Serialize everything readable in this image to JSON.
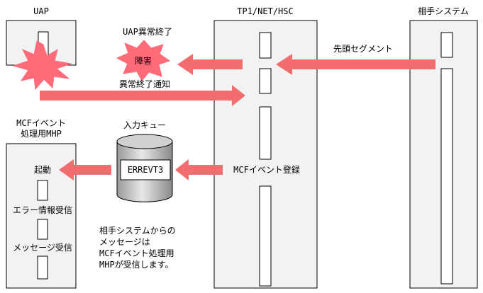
{
  "columns": {
    "uap": "UAP",
    "tp": "TP1/NET/HSC",
    "partner": "相手システム",
    "mhp_line1": "MCFイベント",
    "mhp_line2": "処理用MHP"
  },
  "labels": {
    "uap_abend": "UAP異常終了",
    "fault": "障害",
    "abend_notice": "異常終了通知",
    "head_segment": "先頭セグメント",
    "queue": "入力キュー",
    "queue_name": "ERREVT3",
    "mcf_register": "MCFイベント登録",
    "start": "起動",
    "error_info": "エラー情報受信",
    "message_recv": "メッセージ受信"
  },
  "note": {
    "line1": "相手システムからの",
    "line2": "メッセージは",
    "line3": "MCFイベント処理用",
    "line4": "MHPが受信します。"
  },
  "colors": {
    "column_fill": "#f2f2f2",
    "arrow": "#f26d6d",
    "burst": "#ff6b78"
  }
}
